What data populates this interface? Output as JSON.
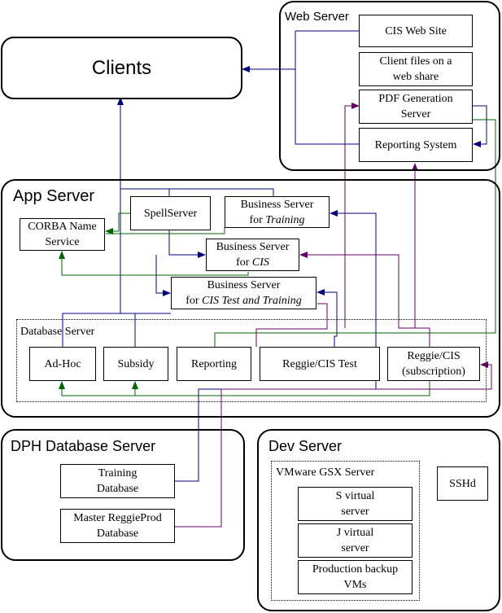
{
  "colors": {
    "blue": "#000080",
    "green": "#006600",
    "purple": "#660066",
    "border": "#000000"
  },
  "clients": {
    "label": "Clients"
  },
  "web_server": {
    "label": "Web Server",
    "cis_web_site": "CIS Web Site",
    "client_files": [
      "Client files on a",
      "web share"
    ],
    "pdf_generation": [
      "PDF Generation",
      "Server"
    ],
    "reporting_system": "Reporting System"
  },
  "app_server": {
    "label": "App Server",
    "spellserver": "SpellServer",
    "bs_training": {
      "line1": "Business Server",
      "prefix": "for ",
      "italic": "Training"
    },
    "corba": [
      "CORBA Name",
      "Service"
    ],
    "bs_cis": {
      "line1": "Business Server",
      "prefix": "for ",
      "italic": "CIS"
    },
    "bs_test": {
      "line1": "Business Server",
      "prefix": "for ",
      "italic": "CIS Test and Training"
    }
  },
  "database_server": {
    "label": "Database Server",
    "adhoc": "Ad-Hoc",
    "subsidy": "Subsidy",
    "reporting": "Reporting",
    "reggie_test": "Reggie/CIS Test",
    "reggie_sub": [
      "Reggie/CIS",
      "(subscription)"
    ]
  },
  "dph_server": {
    "label": "DPH Database Server",
    "training_db": [
      "Training",
      "Database"
    ],
    "master_db": [
      "Master ReggieProd",
      "Database"
    ]
  },
  "dev_server": {
    "label": "Dev Server",
    "vmware": "VMware GSX Server",
    "s_virtual": [
      "S virtual",
      "server"
    ],
    "j_virtual": [
      "J virtual",
      "server"
    ],
    "prod_backup": [
      "Production backup",
      "VMs"
    ],
    "sshd": "SSHd"
  }
}
